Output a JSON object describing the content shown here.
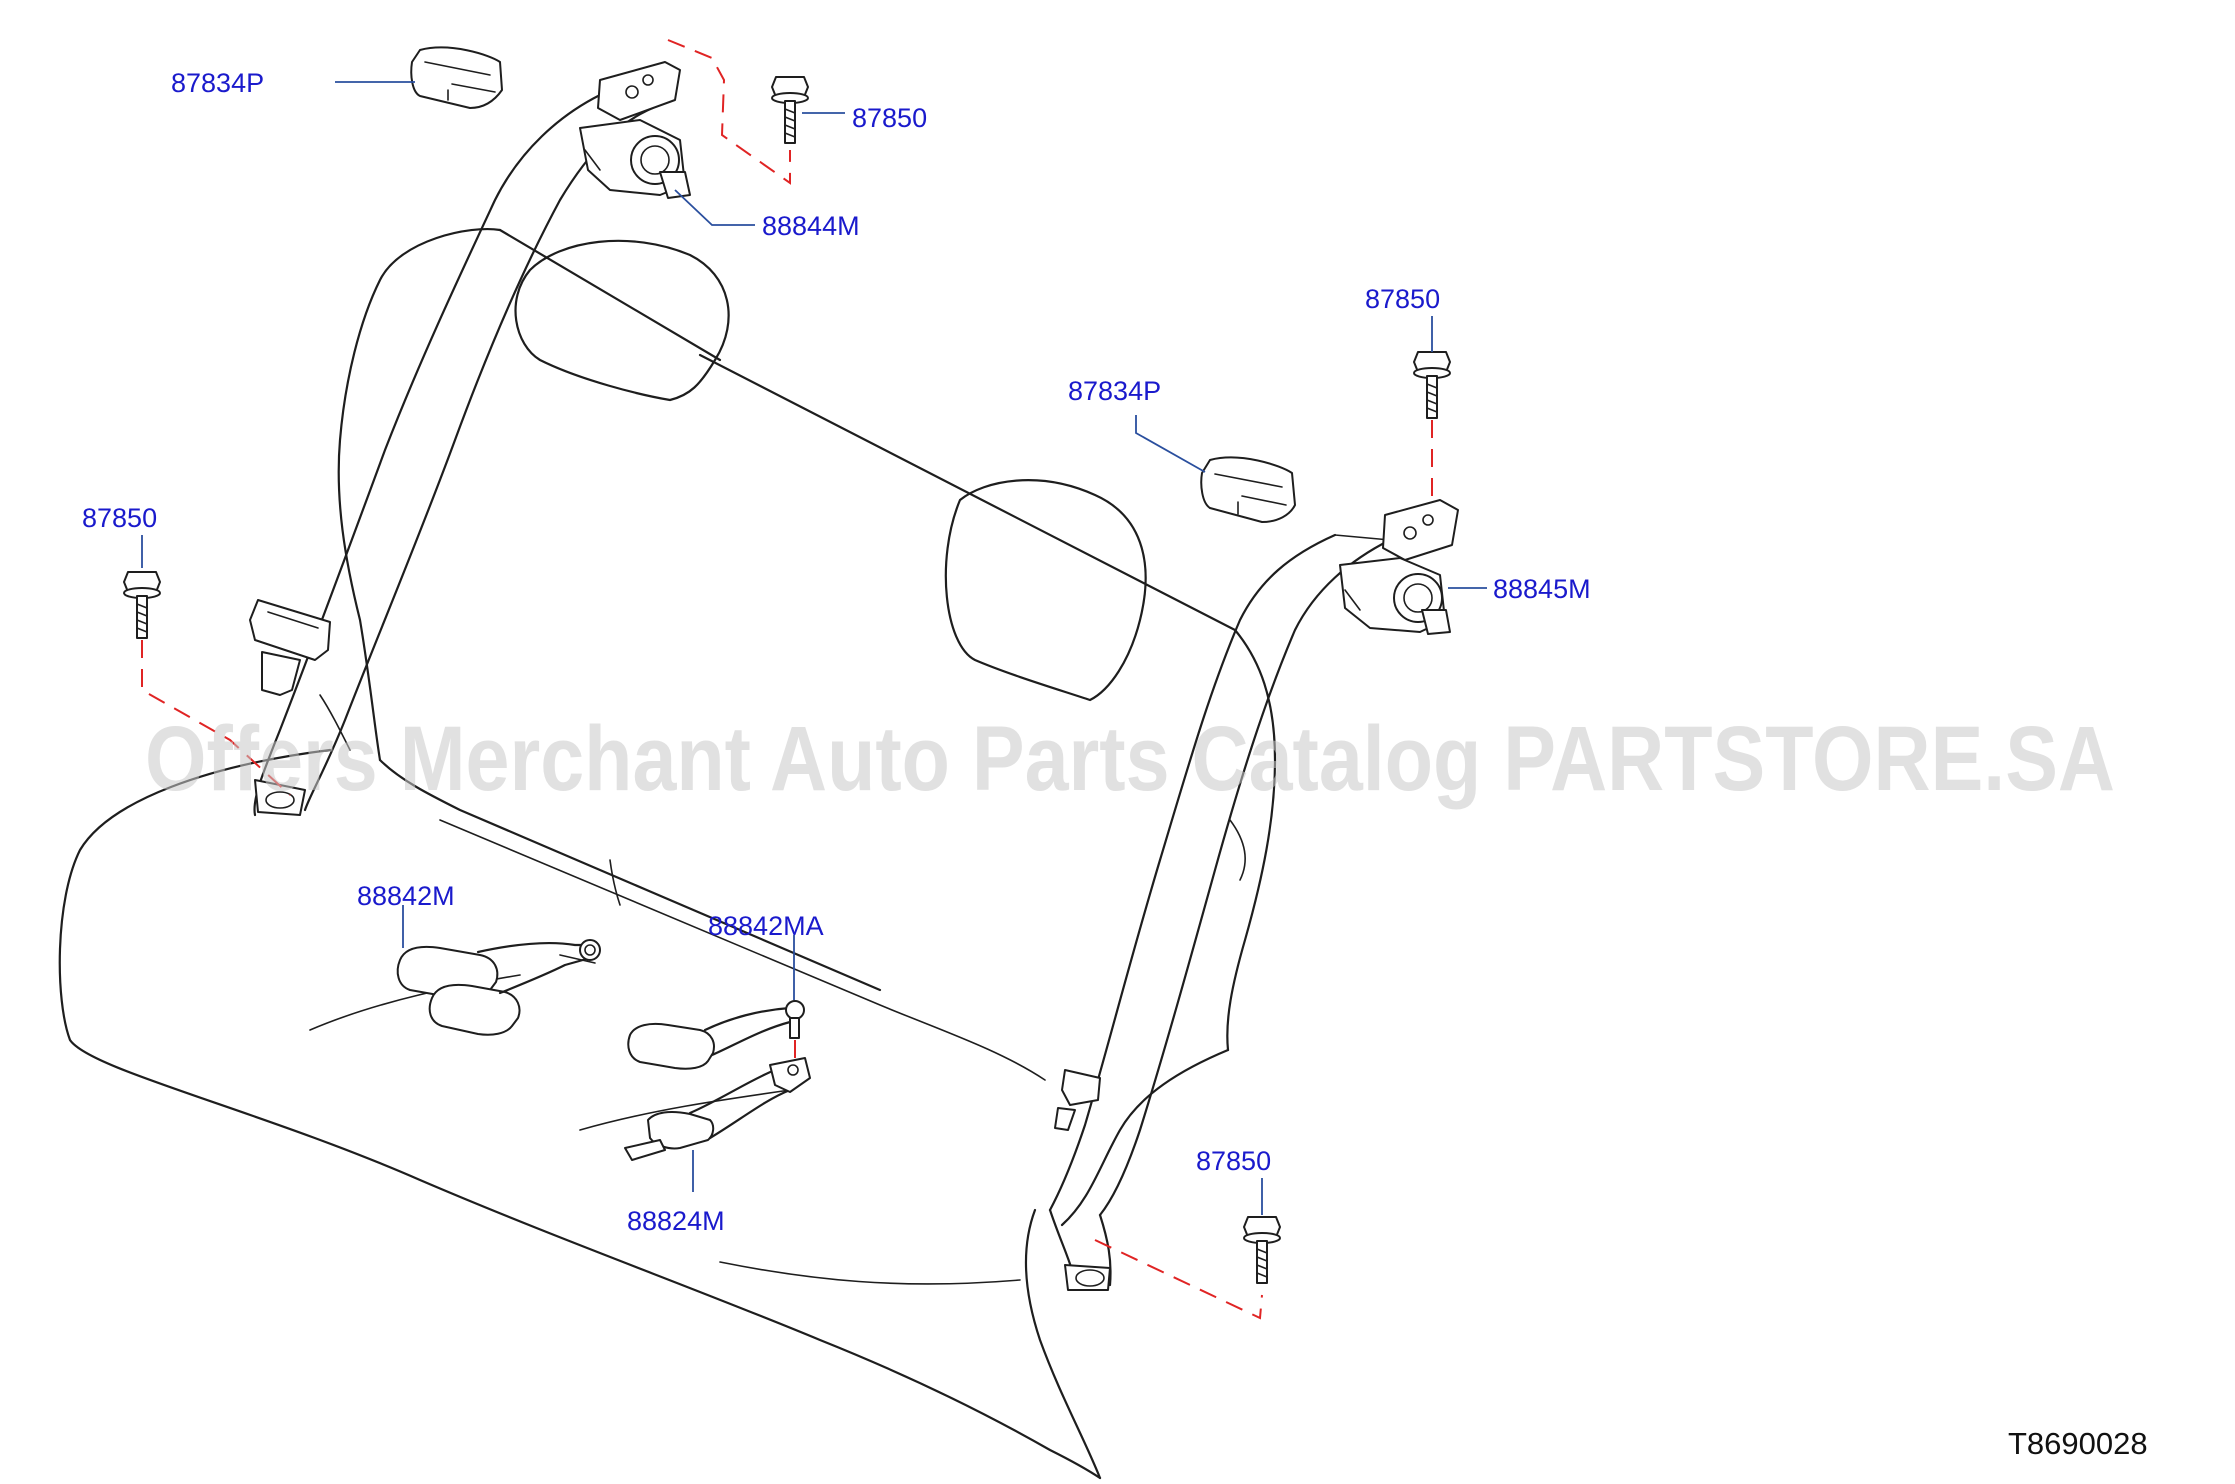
{
  "labels": {
    "trim_cover_left": "87834P",
    "bolt_top_left": "87850",
    "retractor_left": "88844M",
    "bolt_top_right": "87850",
    "trim_cover_right": "87834P",
    "bolt_side_left": "87850",
    "retractor_right": "88845M",
    "buckle_left": "88842M",
    "buckle_center": "88842MA",
    "bolt_bottom_right": "87850",
    "center_belt": "88824M"
  },
  "document_id": "T8690028",
  "watermark": "Offers Merchant Auto Parts Catalog PARTSTORE.SA",
  "colors": {
    "label_text": "#1a1acc",
    "leader_line": "#2a4f9e",
    "mounting_dash": "#e02424",
    "outline": "#1e1e1e",
    "watermark": "#c8c8c8"
  }
}
